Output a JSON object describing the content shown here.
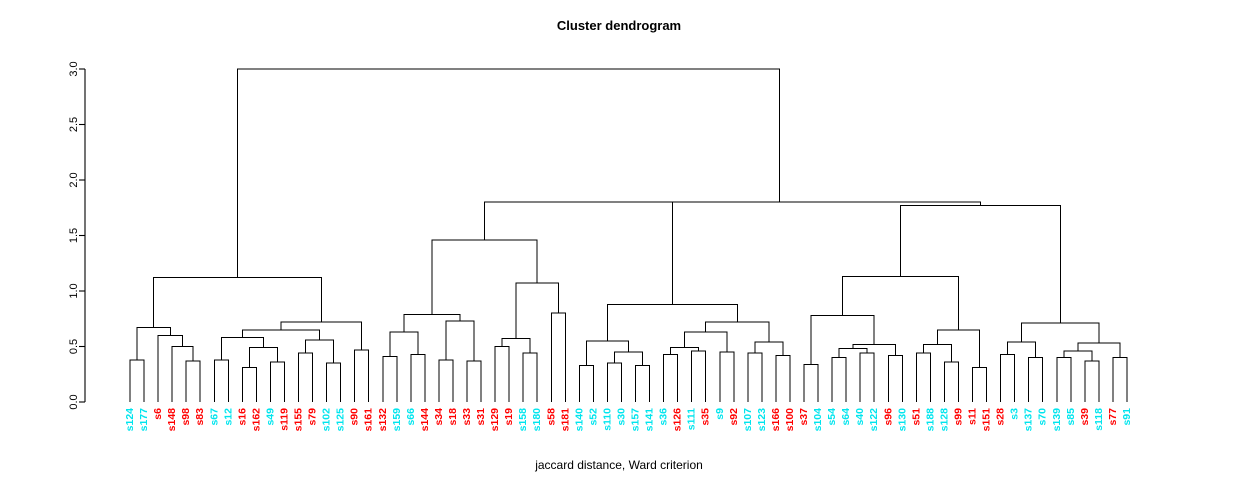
{
  "plot": {
    "title": "Cluster dendrogram",
    "xlabel": "jaccard distance, Ward criterion"
  },
  "chart_data": {
    "type": "dendrogram",
    "title": "Cluster dendrogram",
    "xlabel": "jaccard distance, Ward criterion",
    "ylabel": "",
    "ylim": [
      0.0,
      3.0
    ],
    "yticks": [
      "0.0",
      "0.5",
      "1.0",
      "1.5",
      "2.0",
      "2.5",
      "3.0"
    ],
    "ytick_values": [
      0.0,
      0.5,
      1.0,
      1.5,
      2.0,
      2.5,
      3.0
    ],
    "grid": false,
    "legend": "none",
    "linkage": "ward",
    "distance": "jaccard",
    "label_colors": {
      "cyan": "#00E5EE",
      "red": "#FF0000"
    },
    "leaves": [
      {
        "label": "s124",
        "color": "cyan"
      },
      {
        "label": "s177",
        "color": "cyan"
      },
      {
        "label": "s6",
        "color": "red"
      },
      {
        "label": "s148",
        "color": "red"
      },
      {
        "label": "s98",
        "color": "red"
      },
      {
        "label": "s83",
        "color": "red"
      },
      {
        "label": "s67",
        "color": "cyan"
      },
      {
        "label": "s12",
        "color": "cyan"
      },
      {
        "label": "s16",
        "color": "red"
      },
      {
        "label": "s162",
        "color": "red"
      },
      {
        "label": "s49",
        "color": "cyan"
      },
      {
        "label": "s119",
        "color": "red"
      },
      {
        "label": "s155",
        "color": "red"
      },
      {
        "label": "s79",
        "color": "red"
      },
      {
        "label": "s102",
        "color": "cyan"
      },
      {
        "label": "s125",
        "color": "cyan"
      },
      {
        "label": "s90",
        "color": "red"
      },
      {
        "label": "s161",
        "color": "red"
      },
      {
        "label": "s132",
        "color": "red"
      },
      {
        "label": "s159",
        "color": "cyan"
      },
      {
        "label": "s66",
        "color": "cyan"
      },
      {
        "label": "s144",
        "color": "red"
      },
      {
        "label": "s34",
        "color": "red"
      },
      {
        "label": "s18",
        "color": "red"
      },
      {
        "label": "s33",
        "color": "red"
      },
      {
        "label": "s31",
        "color": "red"
      },
      {
        "label": "s129",
        "color": "red"
      },
      {
        "label": "s19",
        "color": "red"
      },
      {
        "label": "s158",
        "color": "cyan"
      },
      {
        "label": "s180",
        "color": "cyan"
      },
      {
        "label": "s58",
        "color": "red"
      },
      {
        "label": "s181",
        "color": "red"
      },
      {
        "label": "s140",
        "color": "cyan"
      },
      {
        "label": "s52",
        "color": "cyan"
      },
      {
        "label": "s110",
        "color": "cyan"
      },
      {
        "label": "s30",
        "color": "cyan"
      },
      {
        "label": "s157",
        "color": "cyan"
      },
      {
        "label": "s141",
        "color": "cyan"
      },
      {
        "label": "s36",
        "color": "cyan"
      },
      {
        "label": "s126",
        "color": "red"
      },
      {
        "label": "s111",
        "color": "cyan"
      },
      {
        "label": "s35",
        "color": "red"
      },
      {
        "label": "s9",
        "color": "cyan"
      },
      {
        "label": "s92",
        "color": "red"
      },
      {
        "label": "s107",
        "color": "cyan"
      },
      {
        "label": "s123",
        "color": "cyan"
      },
      {
        "label": "s166",
        "color": "red"
      },
      {
        "label": "s100",
        "color": "red"
      },
      {
        "label": "s37",
        "color": "red"
      },
      {
        "label": "s104",
        "color": "cyan"
      },
      {
        "label": "s54",
        "color": "cyan"
      },
      {
        "label": "s64",
        "color": "cyan"
      },
      {
        "label": "s40",
        "color": "cyan"
      },
      {
        "label": "s122",
        "color": "cyan"
      },
      {
        "label": "s96",
        "color": "red"
      },
      {
        "label": "s130",
        "color": "cyan"
      },
      {
        "label": "s51",
        "color": "red"
      },
      {
        "label": "s188",
        "color": "cyan"
      },
      {
        "label": "s128",
        "color": "cyan"
      },
      {
        "label": "s99",
        "color": "red"
      },
      {
        "label": "s11",
        "color": "red"
      },
      {
        "label": "s151",
        "color": "red"
      },
      {
        "label": "s28",
        "color": "red"
      },
      {
        "label": "s3",
        "color": "cyan"
      },
      {
        "label": "s137",
        "color": "cyan"
      },
      {
        "label": "s70",
        "color": "cyan"
      },
      {
        "label": "s139",
        "color": "cyan"
      },
      {
        "label": "s85",
        "color": "cyan"
      },
      {
        "label": "s39",
        "color": "red"
      },
      {
        "label": "s118",
        "color": "cyan"
      },
      {
        "label": "s77",
        "color": "red"
      },
      {
        "label": "s91",
        "color": "cyan"
      }
    ],
    "merges": [
      {
        "id": "m1",
        "left": {
          "leaf": 0
        },
        "right": {
          "leaf": 1
        },
        "height": 0.38
      },
      {
        "id": "m2",
        "left": {
          "node": "m1"
        },
        "right": {
          "node": "m4"
        },
        "height": 0.67
      },
      {
        "id": "m3",
        "left": {
          "leaf": 4
        },
        "right": {
          "leaf": 5
        },
        "height": 0.37
      },
      {
        "id": "m4",
        "left": {
          "leaf": 2
        },
        "right": {
          "node": "m5"
        },
        "height": 0.6
      },
      {
        "id": "m5",
        "left": {
          "leaf": 3
        },
        "right": {
          "node": "m3"
        },
        "height": 0.5
      },
      {
        "id": "m6",
        "left": {
          "leaf": 6
        },
        "right": {
          "leaf": 7
        },
        "height": 0.38
      },
      {
        "id": "m7",
        "left": {
          "leaf": 8
        },
        "right": {
          "leaf": 9
        },
        "height": 0.31
      },
      {
        "id": "m8",
        "left": {
          "node": "m6"
        },
        "right": {
          "node": "m9"
        },
        "height": 0.58
      },
      {
        "id": "m9",
        "left": {
          "node": "m7"
        },
        "right": {
          "node": "m10"
        },
        "height": 0.49
      },
      {
        "id": "m10",
        "left": {
          "leaf": 10
        },
        "right": {
          "leaf": 11
        },
        "height": 0.36
      },
      {
        "id": "m11",
        "left": {
          "leaf": 12
        },
        "right": {
          "leaf": 13
        },
        "height": 0.44
      },
      {
        "id": "m12",
        "left": {
          "leaf": 14
        },
        "right": {
          "leaf": 15
        },
        "height": 0.35
      },
      {
        "id": "m13",
        "left": {
          "node": "m11"
        },
        "right": {
          "node": "m12"
        },
        "height": 0.56
      },
      {
        "id": "m14",
        "left": {
          "node": "m8"
        },
        "right": {
          "node": "m13"
        },
        "height": 0.65
      },
      {
        "id": "m15",
        "left": {
          "leaf": 16
        },
        "right": {
          "leaf": 17
        },
        "height": 0.47
      },
      {
        "id": "m16",
        "left": {
          "node": "m14"
        },
        "right": {
          "node": "m15"
        },
        "height": 0.72
      },
      {
        "id": "m17",
        "left": {
          "node": "m2"
        },
        "right": {
          "node": "m16"
        },
        "height": 1.12
      },
      {
        "id": "m18",
        "left": {
          "leaf": 18
        },
        "right": {
          "leaf": 19
        },
        "height": 0.41
      },
      {
        "id": "m19",
        "left": {
          "leaf": 20
        },
        "right": {
          "leaf": 21
        },
        "height": 0.43
      },
      {
        "id": "m20",
        "left": {
          "node": "m18"
        },
        "right": {
          "node": "m19"
        },
        "height": 0.63
      },
      {
        "id": "m21",
        "left": {
          "node": "m20"
        },
        "right": {
          "node": "m24"
        },
        "height": 0.79
      },
      {
        "id": "m22",
        "left": {
          "leaf": 22
        },
        "right": {
          "leaf": 23
        },
        "height": 0.38
      },
      {
        "id": "m23",
        "left": {
          "leaf": 24
        },
        "right": {
          "leaf": 25
        },
        "height": 0.37
      },
      {
        "id": "m24",
        "left": {
          "node": "m22"
        },
        "right": {
          "node": "m23"
        },
        "height": 0.73
      },
      {
        "id": "m25",
        "left": {
          "leaf": 26
        },
        "right": {
          "leaf": 27
        },
        "height": 0.5
      },
      {
        "id": "m26",
        "left": {
          "leaf": 28
        },
        "right": {
          "leaf": 29
        },
        "height": 0.44
      },
      {
        "id": "m27",
        "left": {
          "node": "m25"
        },
        "right": {
          "node": "m26"
        },
        "height": 0.57
      },
      {
        "id": "m28",
        "left": {
          "leaf": 30
        },
        "right": {
          "leaf": 31
        },
        "height": 0.8
      },
      {
        "id": "m29",
        "left": {
          "node": "m27"
        },
        "right": {
          "node": "m28"
        },
        "height": 1.07
      },
      {
        "id": "m30",
        "left": {
          "node": "m21"
        },
        "right": {
          "node": "m29"
        },
        "height": 1.46
      },
      {
        "id": "m31",
        "left": {
          "leaf": 32
        },
        "right": {
          "leaf": 33
        },
        "height": 0.33
      },
      {
        "id": "m32",
        "left": {
          "leaf": 34
        },
        "right": {
          "leaf": 35
        },
        "height": 0.35
      },
      {
        "id": "m33",
        "left": {
          "leaf": 36
        },
        "right": {
          "leaf": 37
        },
        "height": 0.33
      },
      {
        "id": "m34",
        "left": {
          "node": "m32"
        },
        "right": {
          "node": "m33"
        },
        "height": 0.45
      },
      {
        "id": "m35",
        "left": {
          "node": "m31"
        },
        "right": {
          "node": "m34"
        },
        "height": 0.55
      },
      {
        "id": "m36",
        "left": {
          "node": "m35"
        },
        "right": {
          "node": "m42"
        },
        "height": 0.88
      },
      {
        "id": "m37",
        "left": {
          "leaf": 38
        },
        "right": {
          "leaf": 39
        },
        "height": 0.43
      },
      {
        "id": "m38",
        "left": {
          "leaf": 40
        },
        "right": {
          "leaf": 41
        },
        "height": 0.46
      },
      {
        "id": "m39",
        "left": {
          "node": "m37"
        },
        "right": {
          "node": "m38"
        },
        "height": 0.49
      },
      {
        "id": "m40",
        "left": {
          "leaf": 42
        },
        "right": {
          "leaf": 43
        },
        "height": 0.45
      },
      {
        "id": "m41",
        "left": {
          "node": "m39"
        },
        "right": {
          "node": "m40"
        },
        "height": 0.63
      },
      {
        "id": "m42",
        "left": {
          "node": "m41"
        },
        "right": {
          "node": "m45"
        },
        "height": 0.72
      },
      {
        "id": "m43",
        "left": {
          "leaf": 44
        },
        "right": {
          "leaf": 45
        },
        "height": 0.44
      },
      {
        "id": "m44",
        "left": {
          "leaf": 46
        },
        "right": {
          "leaf": 47
        },
        "height": 0.42
      },
      {
        "id": "m45",
        "left": {
          "node": "m43"
        },
        "right": {
          "node": "m44"
        },
        "height": 0.54
      },
      {
        "id": "m46",
        "left": {
          "node": "m30"
        },
        "right": {
          "node": "m36"
        },
        "height": 1.8
      },
      {
        "id": "m47",
        "left": {
          "leaf": 48
        },
        "right": {
          "leaf": 49
        },
        "height": 0.34
      },
      {
        "id": "m48",
        "left": {
          "leaf": 50
        },
        "right": {
          "leaf": 51
        },
        "height": 0.4
      },
      {
        "id": "m49",
        "left": {
          "leaf": 52
        },
        "right": {
          "leaf": 53
        },
        "height": 0.44
      },
      {
        "id": "m50",
        "left": {
          "node": "m48"
        },
        "right": {
          "node": "m49"
        },
        "height": 0.48
      },
      {
        "id": "m51",
        "left": {
          "leaf": 54
        },
        "right": {
          "leaf": 55
        },
        "height": 0.42
      },
      {
        "id": "m52",
        "left": {
          "node": "m50"
        },
        "right": {
          "node": "m51"
        },
        "height": 0.52
      },
      {
        "id": "m53",
        "left": {
          "node": "m47"
        },
        "right": {
          "node": "m52"
        },
        "height": 0.78
      },
      {
        "id": "m54",
        "left": {
          "leaf": 56
        },
        "right": {
          "leaf": 57
        },
        "height": 0.44
      },
      {
        "id": "m55",
        "left": {
          "leaf": 58
        },
        "right": {
          "leaf": 59
        },
        "height": 0.36
      },
      {
        "id": "m56",
        "left": {
          "node": "m54"
        },
        "right": {
          "node": "m55"
        },
        "height": 0.52
      },
      {
        "id": "m57",
        "left": {
          "leaf": 60
        },
        "right": {
          "leaf": 61
        },
        "height": 0.31
      },
      {
        "id": "m58",
        "left": {
          "node": "m56"
        },
        "right": {
          "node": "m57"
        },
        "height": 0.65
      },
      {
        "id": "m59",
        "left": {
          "node": "m53"
        },
        "right": {
          "node": "m58"
        },
        "height": 1.13
      },
      {
        "id": "m60",
        "left": {
          "leaf": 62
        },
        "right": {
          "leaf": 63
        },
        "height": 0.43
      },
      {
        "id": "m61",
        "left": {
          "leaf": 64
        },
        "right": {
          "leaf": 65
        },
        "height": 0.4
      },
      {
        "id": "m62",
        "left": {
          "node": "m60"
        },
        "right": {
          "node": "m61"
        },
        "height": 0.54
      },
      {
        "id": "m63",
        "left": {
          "leaf": 66
        },
        "right": {
          "leaf": 67
        },
        "height": 0.4
      },
      {
        "id": "m64",
        "left": {
          "leaf": 68
        },
        "right": {
          "leaf": 69
        },
        "height": 0.37
      },
      {
        "id": "m65",
        "left": {
          "node": "m63"
        },
        "right": {
          "node": "m64"
        },
        "height": 0.46
      },
      {
        "id": "m66",
        "left": {
          "leaf": 70
        },
        "right": {
          "leaf": 71
        },
        "height": 0.4
      },
      {
        "id": "m67",
        "left": {
          "node": "m65"
        },
        "right": {
          "node": "m66"
        },
        "height": 0.53
      },
      {
        "id": "m68",
        "left": {
          "node": "m62"
        },
        "right": {
          "node": "m67"
        },
        "height": 0.71
      },
      {
        "id": "m69",
        "left": {
          "node": "m59"
        },
        "right": {
          "node": "m68"
        },
        "height": 1.77
      },
      {
        "id": "m70",
        "left": {
          "node": "m46"
        },
        "right": {
          "node": "m69"
        },
        "height": 1.8
      },
      {
        "id": "root",
        "left": {
          "node": "m17"
        },
        "right": {
          "node": "m70"
        },
        "height": 3.0
      }
    ]
  }
}
